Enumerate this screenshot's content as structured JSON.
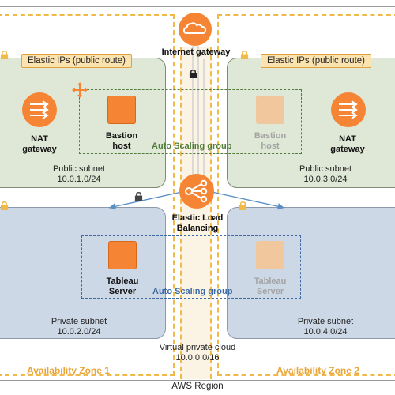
{
  "internet_gateway": {
    "label": "Internet gateway"
  },
  "elastic_ips": [
    {
      "label": "Elastic IPs (public route)"
    },
    {
      "label": "Elastic IPs (public route)"
    }
  ],
  "nat_gateways": [
    {
      "label_line1": "NAT",
      "label_line2": "gateway"
    },
    {
      "label_line1": "NAT",
      "label_line2": "gateway"
    }
  ],
  "bastion_hosts": [
    {
      "label_line1": "Bastion",
      "label_line2": "host",
      "active": true
    },
    {
      "label_line1": "Bastion",
      "label_line2": "host",
      "active": false
    }
  ],
  "auto_scaling_groups": [
    {
      "label": "Auto Scaling group",
      "color": "#4f7e3b"
    },
    {
      "label": "Auto Scaling group",
      "color": "#3d6aa6"
    }
  ],
  "public_subnets": [
    {
      "label": "Public subnet",
      "cidr": "10.0.1.0/24"
    },
    {
      "label": "Public subnet",
      "cidr": "10.0.3.0/24"
    }
  ],
  "load_balancer": {
    "label_line1": "Elastic Load",
    "label_line2": "Balancing"
  },
  "tableau_servers": [
    {
      "label_line1": "Tableau",
      "label_line2": "Server",
      "active": true
    },
    {
      "label_line1": "Tableau",
      "label_line2": "Server",
      "active": false
    }
  ],
  "private_subnets": [
    {
      "label": "Private subnet",
      "cidr": "10.0.2.0/24"
    },
    {
      "label": "Private subnet",
      "cidr": "10.0.4.0/24"
    }
  ],
  "vpc": {
    "label": "Virtual private cloud",
    "cidr": "10.0.0.0/16"
  },
  "availability_zones": [
    {
      "label": "Availability Zone 1"
    },
    {
      "label": "Availability Zone 2"
    }
  ],
  "region": {
    "label": "AWS Region"
  },
  "colors": {
    "orange": "#f58534",
    "orange_faded": "#f1c89d",
    "zone_dash": "#f0b94a",
    "public_subnet": "#dfe7d6",
    "private_subnet": "#cdd8e6",
    "arrow_blue": "#5a8fc6"
  },
  "icons": [
    "cloud-icon",
    "lock-icon",
    "nat-gateway-icon",
    "load-balancer-icon",
    "move-arrows-icon"
  ]
}
